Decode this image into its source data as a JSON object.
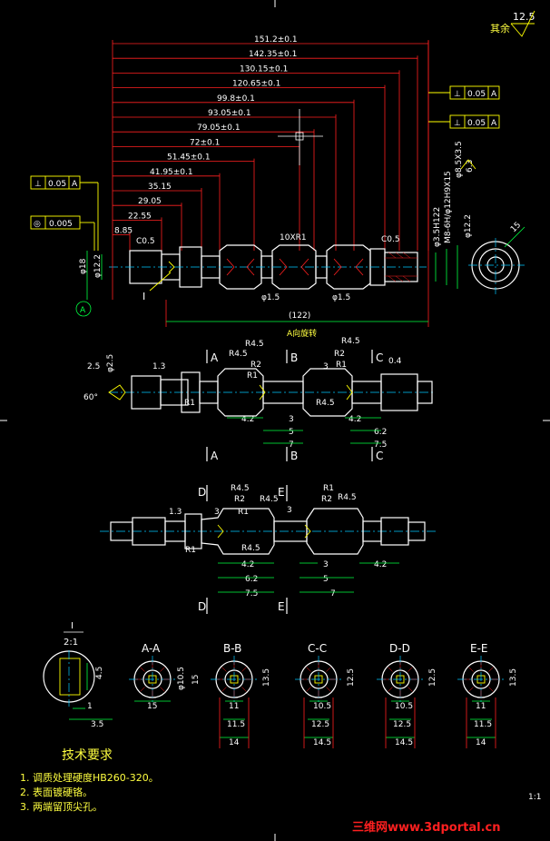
{
  "roughness": {
    "label": "其余",
    "value": "12.5"
  },
  "main_view": {
    "dims_horizontal": [
      "151.2±0.1",
      "142.35±0.1",
      "130.15±0.1",
      "120.65±0.1",
      "99.8±0.1",
      "93.05±0.1",
      "79.05±0.1",
      "72±0.1",
      "51.45±0.1",
      "41.95±0.1",
      "35.15",
      "29.05",
      "22.55",
      "8.85"
    ],
    "dim_c05_left": "C0.5",
    "dim_c05_right": "C0.5",
    "dim_10xr1": "10XR1",
    "dim_phi15_a": "φ1.5",
    "dim_phi15_b": "φ1.5",
    "dim_122": "(122)",
    "view_note": "A向旋转",
    "dim_phi18": "φ18",
    "dim_phi122_left": "φ12.2",
    "dim_phi122_right": "φ12.2",
    "dim_right_vertical": [
      "φ3.5H122",
      "M8-6H/φ12H9X15",
      "φ8.5X3.5"
    ],
    "dim_63": "6.3",
    "dim_15": "15",
    "datum_a": "A",
    "detail_I": "I",
    "tolerances": [
      {
        "symbol": "⊥",
        "value": "0.05",
        "datum": "A"
      },
      {
        "symbol": "⊥",
        "value": "0.05",
        "datum": "A"
      },
      {
        "symbol": "⊥",
        "value": "0.05",
        "datum": "A"
      },
      {
        "symbol": "◎",
        "value": "0.005",
        "datum": ""
      }
    ]
  },
  "view2": {
    "labels_top": [
      "A",
      "B",
      "C"
    ],
    "labels_bottom": [
      "A",
      "B",
      "C"
    ],
    "dims": [
      "2.5",
      "φ2.5",
      "1.3",
      "60°",
      "R1",
      "R4.5",
      "R4.5",
      "R2",
      "R1",
      "R4.5",
      "R2",
      "R1",
      "3",
      "0.4",
      "R4.5",
      "4.2",
      "3",
      "5",
      "7",
      "4.2",
      "6.2",
      "7.5"
    ]
  },
  "view3": {
    "labels_top": [
      "D",
      "E"
    ],
    "labels_bottom": [
      "D",
      "E"
    ],
    "dims": [
      "1.3",
      "R1",
      "R4.5",
      "R2",
      "R1",
      "R4.5",
      "R4.5",
      "R2",
      "R1",
      "R4.5",
      "3",
      "3",
      "4.2",
      "6.2",
      "7.5",
      "3",
      "5",
      "7",
      "4.2"
    ]
  },
  "detail": {
    "title": "I",
    "scale": "2:1",
    "dims": [
      "4.5",
      "1",
      "3.5"
    ]
  },
  "sections": [
    {
      "title": "A-A",
      "dims": [
        "φ10.5",
        "15",
        "15"
      ]
    },
    {
      "title": "B-B",
      "dims": [
        "11",
        "13.5",
        "11.5",
        "14"
      ]
    },
    {
      "title": "C-C",
      "dims": [
        "10.5",
        "12.5",
        "12.5",
        "14.5"
      ]
    },
    {
      "title": "D-D",
      "dims": [
        "10.5",
        "12.5",
        "12.5",
        "14.5"
      ]
    },
    {
      "title": "E-E",
      "dims": [
        "11",
        "13.5",
        "11.5",
        "14"
      ]
    }
  ],
  "requirements": {
    "title": "技术要求",
    "items": [
      "1.  调质处理硬度HB260-320。",
      "2.  表面镀硬铬。",
      "3.  两端留顶尖孔。"
    ]
  },
  "scale": "1:1",
  "watermark": "三维网www.3dportal.cn"
}
